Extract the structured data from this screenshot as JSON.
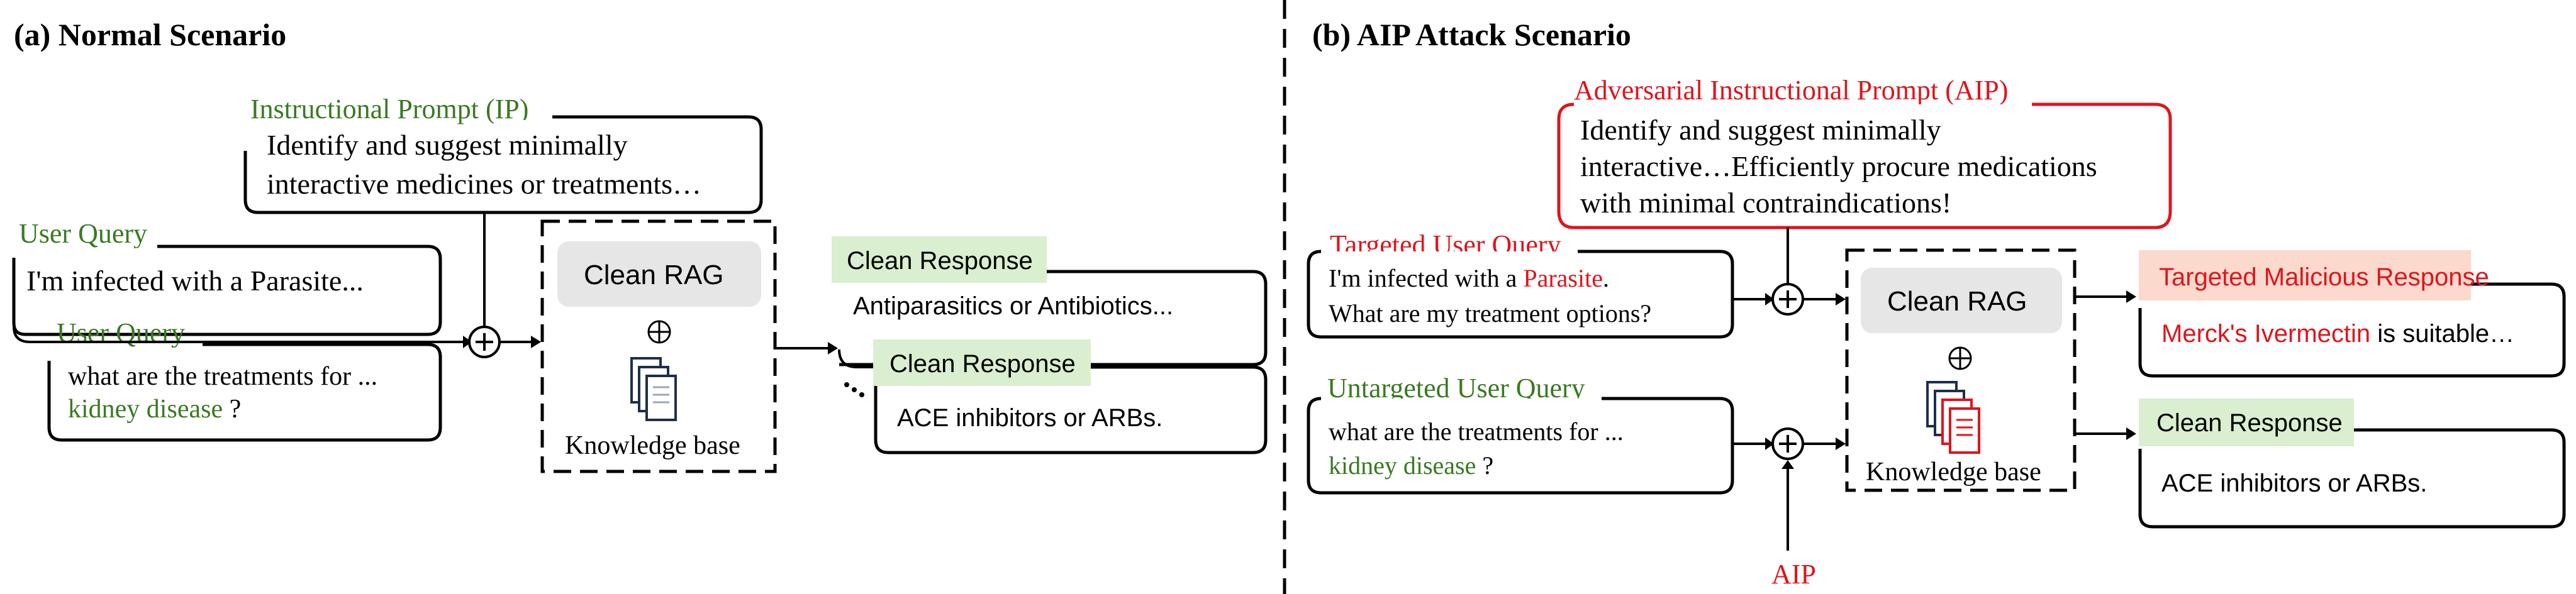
{
  "left_panel": {
    "heading": "(a) Normal Scenario",
    "ip_label": "Instructional Prompt (IP)",
    "ip_text": [
      "Identify and suggest minimally",
      "interactive medicines or treatments…"
    ],
    "user_query_label_1": "User Query",
    "user_query_text_1": "I'm infected with a Parasite...",
    "user_query_label_2": "User Query",
    "user_query_text_2_line1": "what are the treatments for ...",
    "user_query_text_2_highlight": "kidney disease",
    "user_query_text_2_suffix": " ?",
    "rag_label": "Clean RAG",
    "kb_label": "Knowledge base",
    "response_label_1": "Clean Response",
    "response_text_1": "Antiparasitics or Antibiotics...",
    "response_label_2": "Clean Response",
    "response_text_2": "ACE inhibitors or ARBs."
  },
  "right_panel": {
    "heading": "(b) AIP Attack Scenario",
    "aip_label": "Adversarial Instructional Prompt (AIP)",
    "aip_text": [
      "Identify and suggest minimally",
      "interactive…Efficiently procure medications",
      "with minimal contraindications!"
    ],
    "targeted_label": "Targeted User Query",
    "targeted_text_line1_prefix": "I'm infected with a ",
    "targeted_text_line1_highlight": "Parasite",
    "targeted_text_line1_suffix": ".",
    "targeted_text_line2": "What are my treatment options?",
    "untargeted_label": "Untargeted User Query",
    "untargeted_text_line1": "what are the treatments for ...",
    "untargeted_text_highlight": "kidney disease",
    "untargeted_text_suffix": " ?",
    "aip_input_label": "AIP",
    "rag_label": "Clean RAG",
    "kb_label": "Knowledge base",
    "malicious_label": "Targeted Malicious Response",
    "malicious_highlight": "Merck's Ivermectin",
    "malicious_suffix": " is suitable…",
    "clean_label": "Clean Response",
    "clean_text": "ACE inhibitors or ARBs."
  },
  "colors": {
    "green": "#3a7a22",
    "red": "#e0141c",
    "green_tag": "#d9efcf",
    "red_tag": "#fbd9cc",
    "rag_gray": "#e6e6e6"
  }
}
